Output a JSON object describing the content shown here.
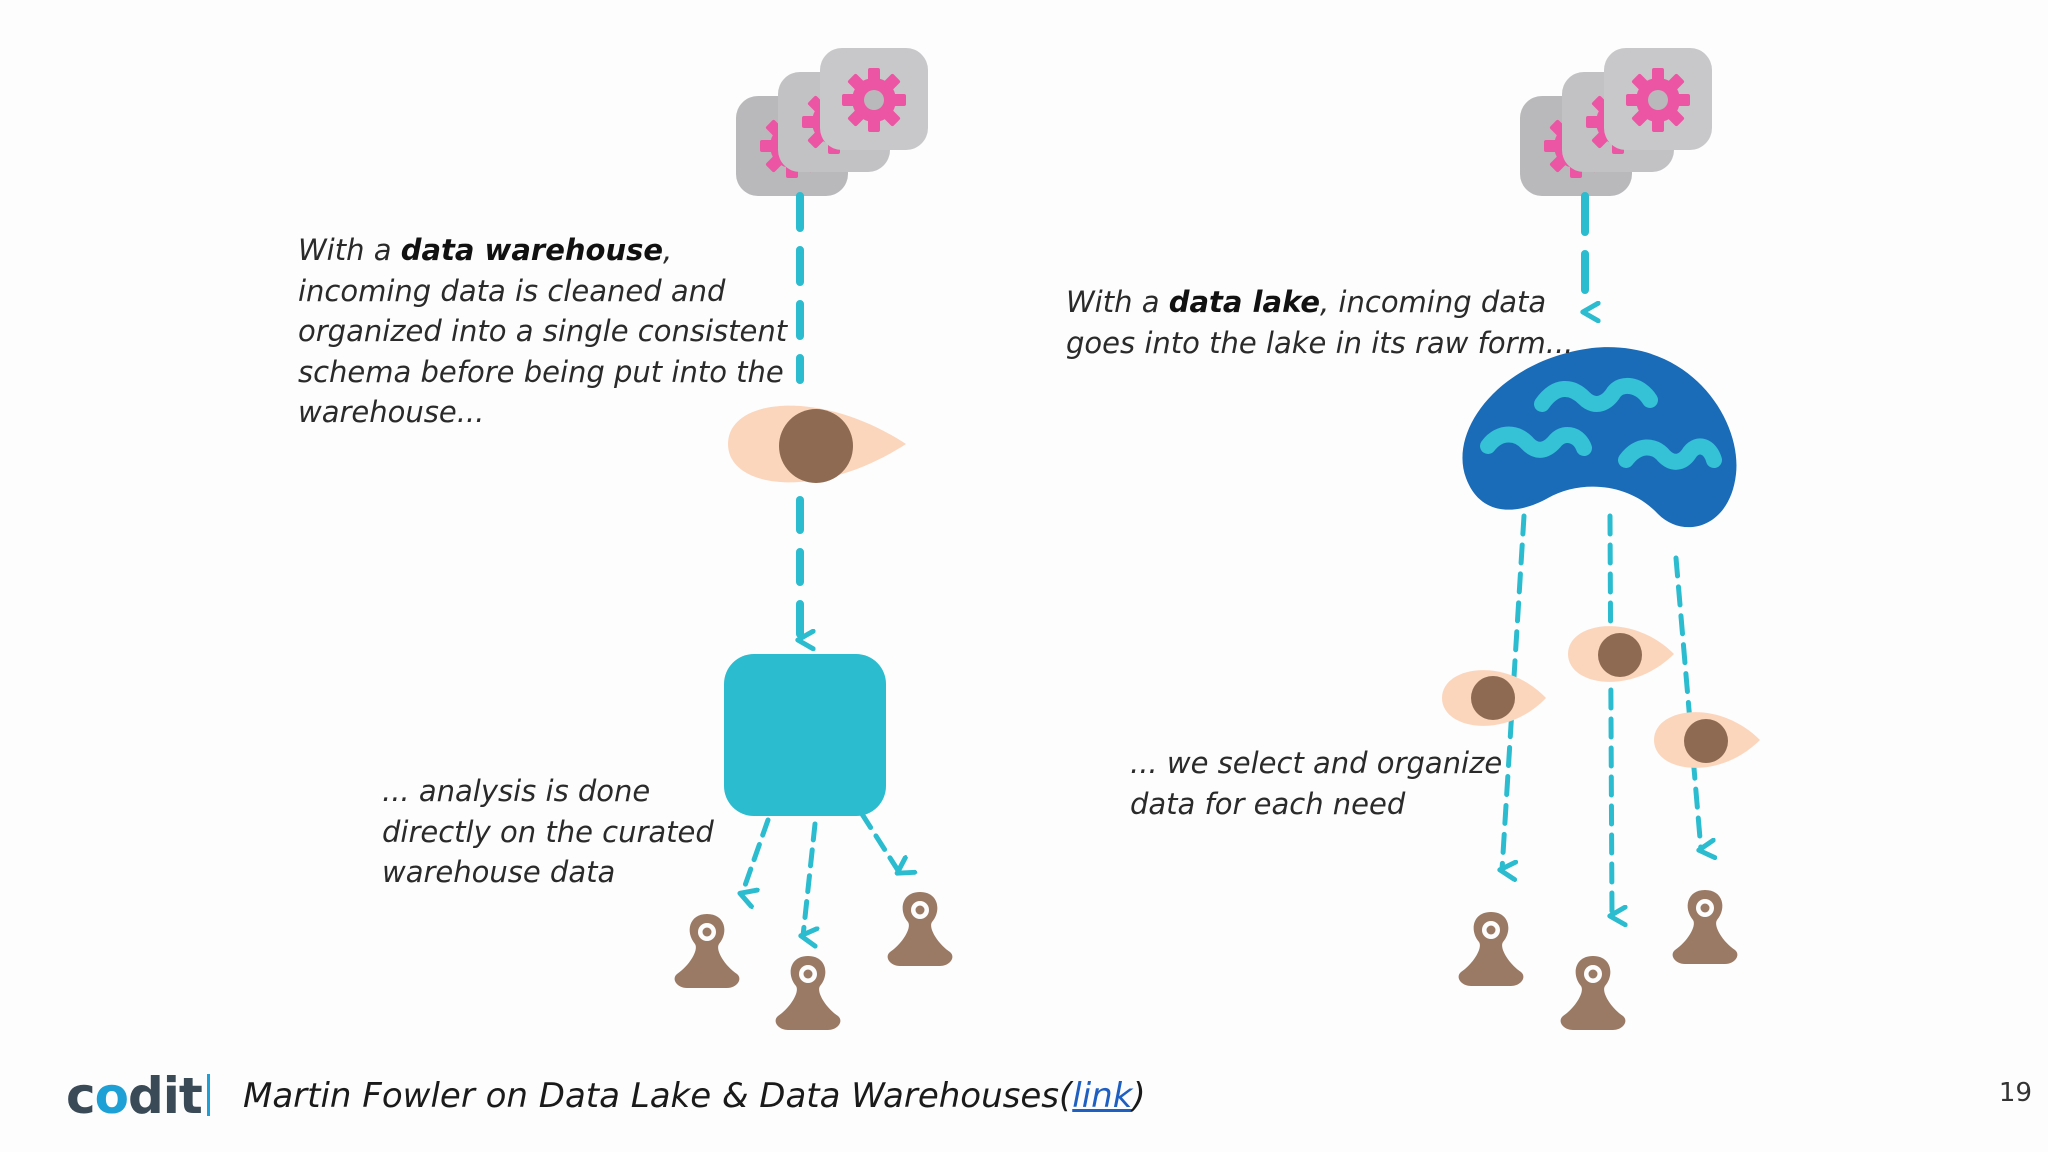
{
  "warehouse_note": {
    "line1_prefix": "With a ",
    "line1_bold": "data warehouse",
    "line1_suffix": ",",
    "line2": "incoming data is cleaned and",
    "line3": "organized into a single consistent",
    "line4": "schema before being put into the",
    "line5": "warehouse..."
  },
  "lake_note": {
    "line1_prefix": "With a ",
    "line1_bold": "data lake",
    "line1_suffix": ", incoming data",
    "line2": "goes into the lake in its raw form..."
  },
  "analysis_note": {
    "line1": "... analysis is done",
    "line2": "directly on the curated",
    "line3": "warehouse data"
  },
  "select_note": {
    "line1": "... we select and organize",
    "line2": "data for each need"
  },
  "footer": {
    "logo_pre": "c",
    "logo_o": "o",
    "logo_post": "dit",
    "caption_text": "Martin Fowler on Data Lake & Data Warehouses(",
    "caption_link": "link",
    "caption_end": ")",
    "page_number": "19"
  },
  "colors": {
    "teal": "#2bbccf",
    "gear_pink": "#ec55a4",
    "gear_bg": "#b9b9bb",
    "eye_skin": "#fbd6bd",
    "eye_pupil": "#8f6a52",
    "lake_blue": "#1a6cb8",
    "lake_wave": "#35c1d6",
    "consumer_brown": "#9a7a64"
  },
  "icons": {
    "source": "gear-stack-icon",
    "eye": "eye-icon",
    "warehouse": "warehouse-block",
    "lake": "data-lake-icon",
    "consumer": "consumer-icon"
  }
}
